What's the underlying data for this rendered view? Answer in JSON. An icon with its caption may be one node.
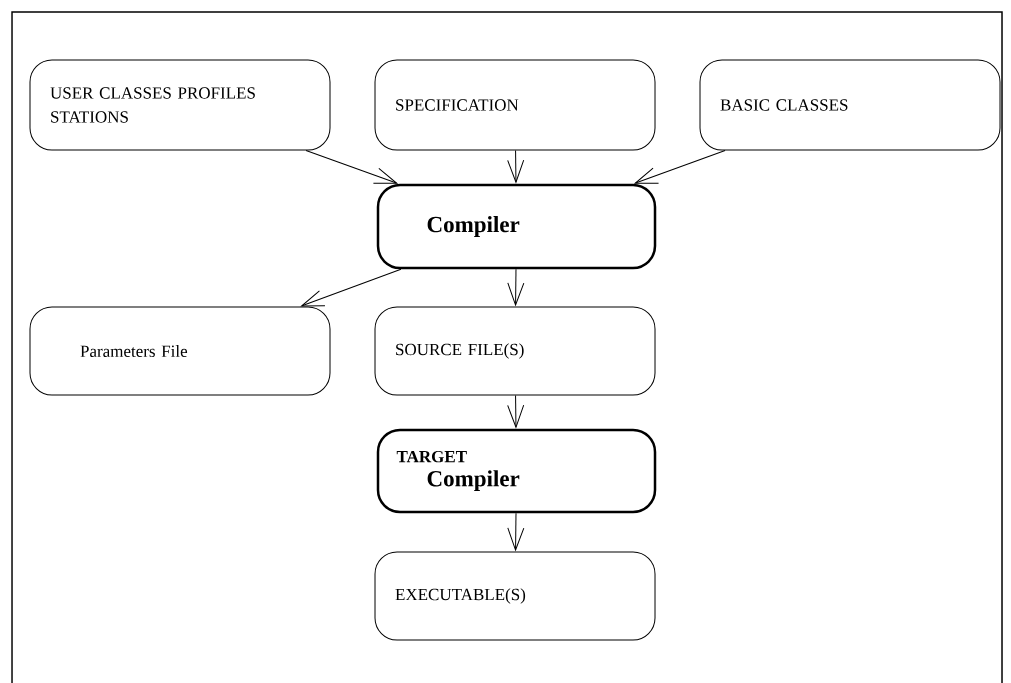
{
  "diagram": {
    "nodes": [
      {
        "text": [
          "USER CLASSES PROFILES STATIONS"
        ]
      },
      {
        "text": [
          "SPECIFICATION"
        ]
      },
      {
        "text": [
          "BASIC CLASSES"
        ]
      },
      {
        "text": [
          "Compiler"
        ]
      },
      {
        "text": [
          "Parameters File"
        ]
      },
      {
        "text": [
          "SOURCE FILE(S)"
        ]
      },
      {
        "text": [
          "TARGET",
          "Compiler"
        ]
      },
      {
        "text": [
          "EXECUTABLE(S)"
        ]
      }
    ],
    "edges": [
      {
        "from": 0,
        "to": 3,
        "arrow": "to"
      },
      {
        "from": 1,
        "to": 3,
        "arrow": "to"
      },
      {
        "from": 2,
        "to": 3,
        "arrow": "to"
      },
      {
        "from": 3,
        "to": 4,
        "arrow": "to"
      },
      {
        "from": 3,
        "to": 5,
        "arrow": "to"
      },
      {
        "from": 5,
        "to": 6,
        "arrow": "to"
      },
      {
        "from": 6,
        "to": 7,
        "arrow": "to"
      }
    ]
  }
}
